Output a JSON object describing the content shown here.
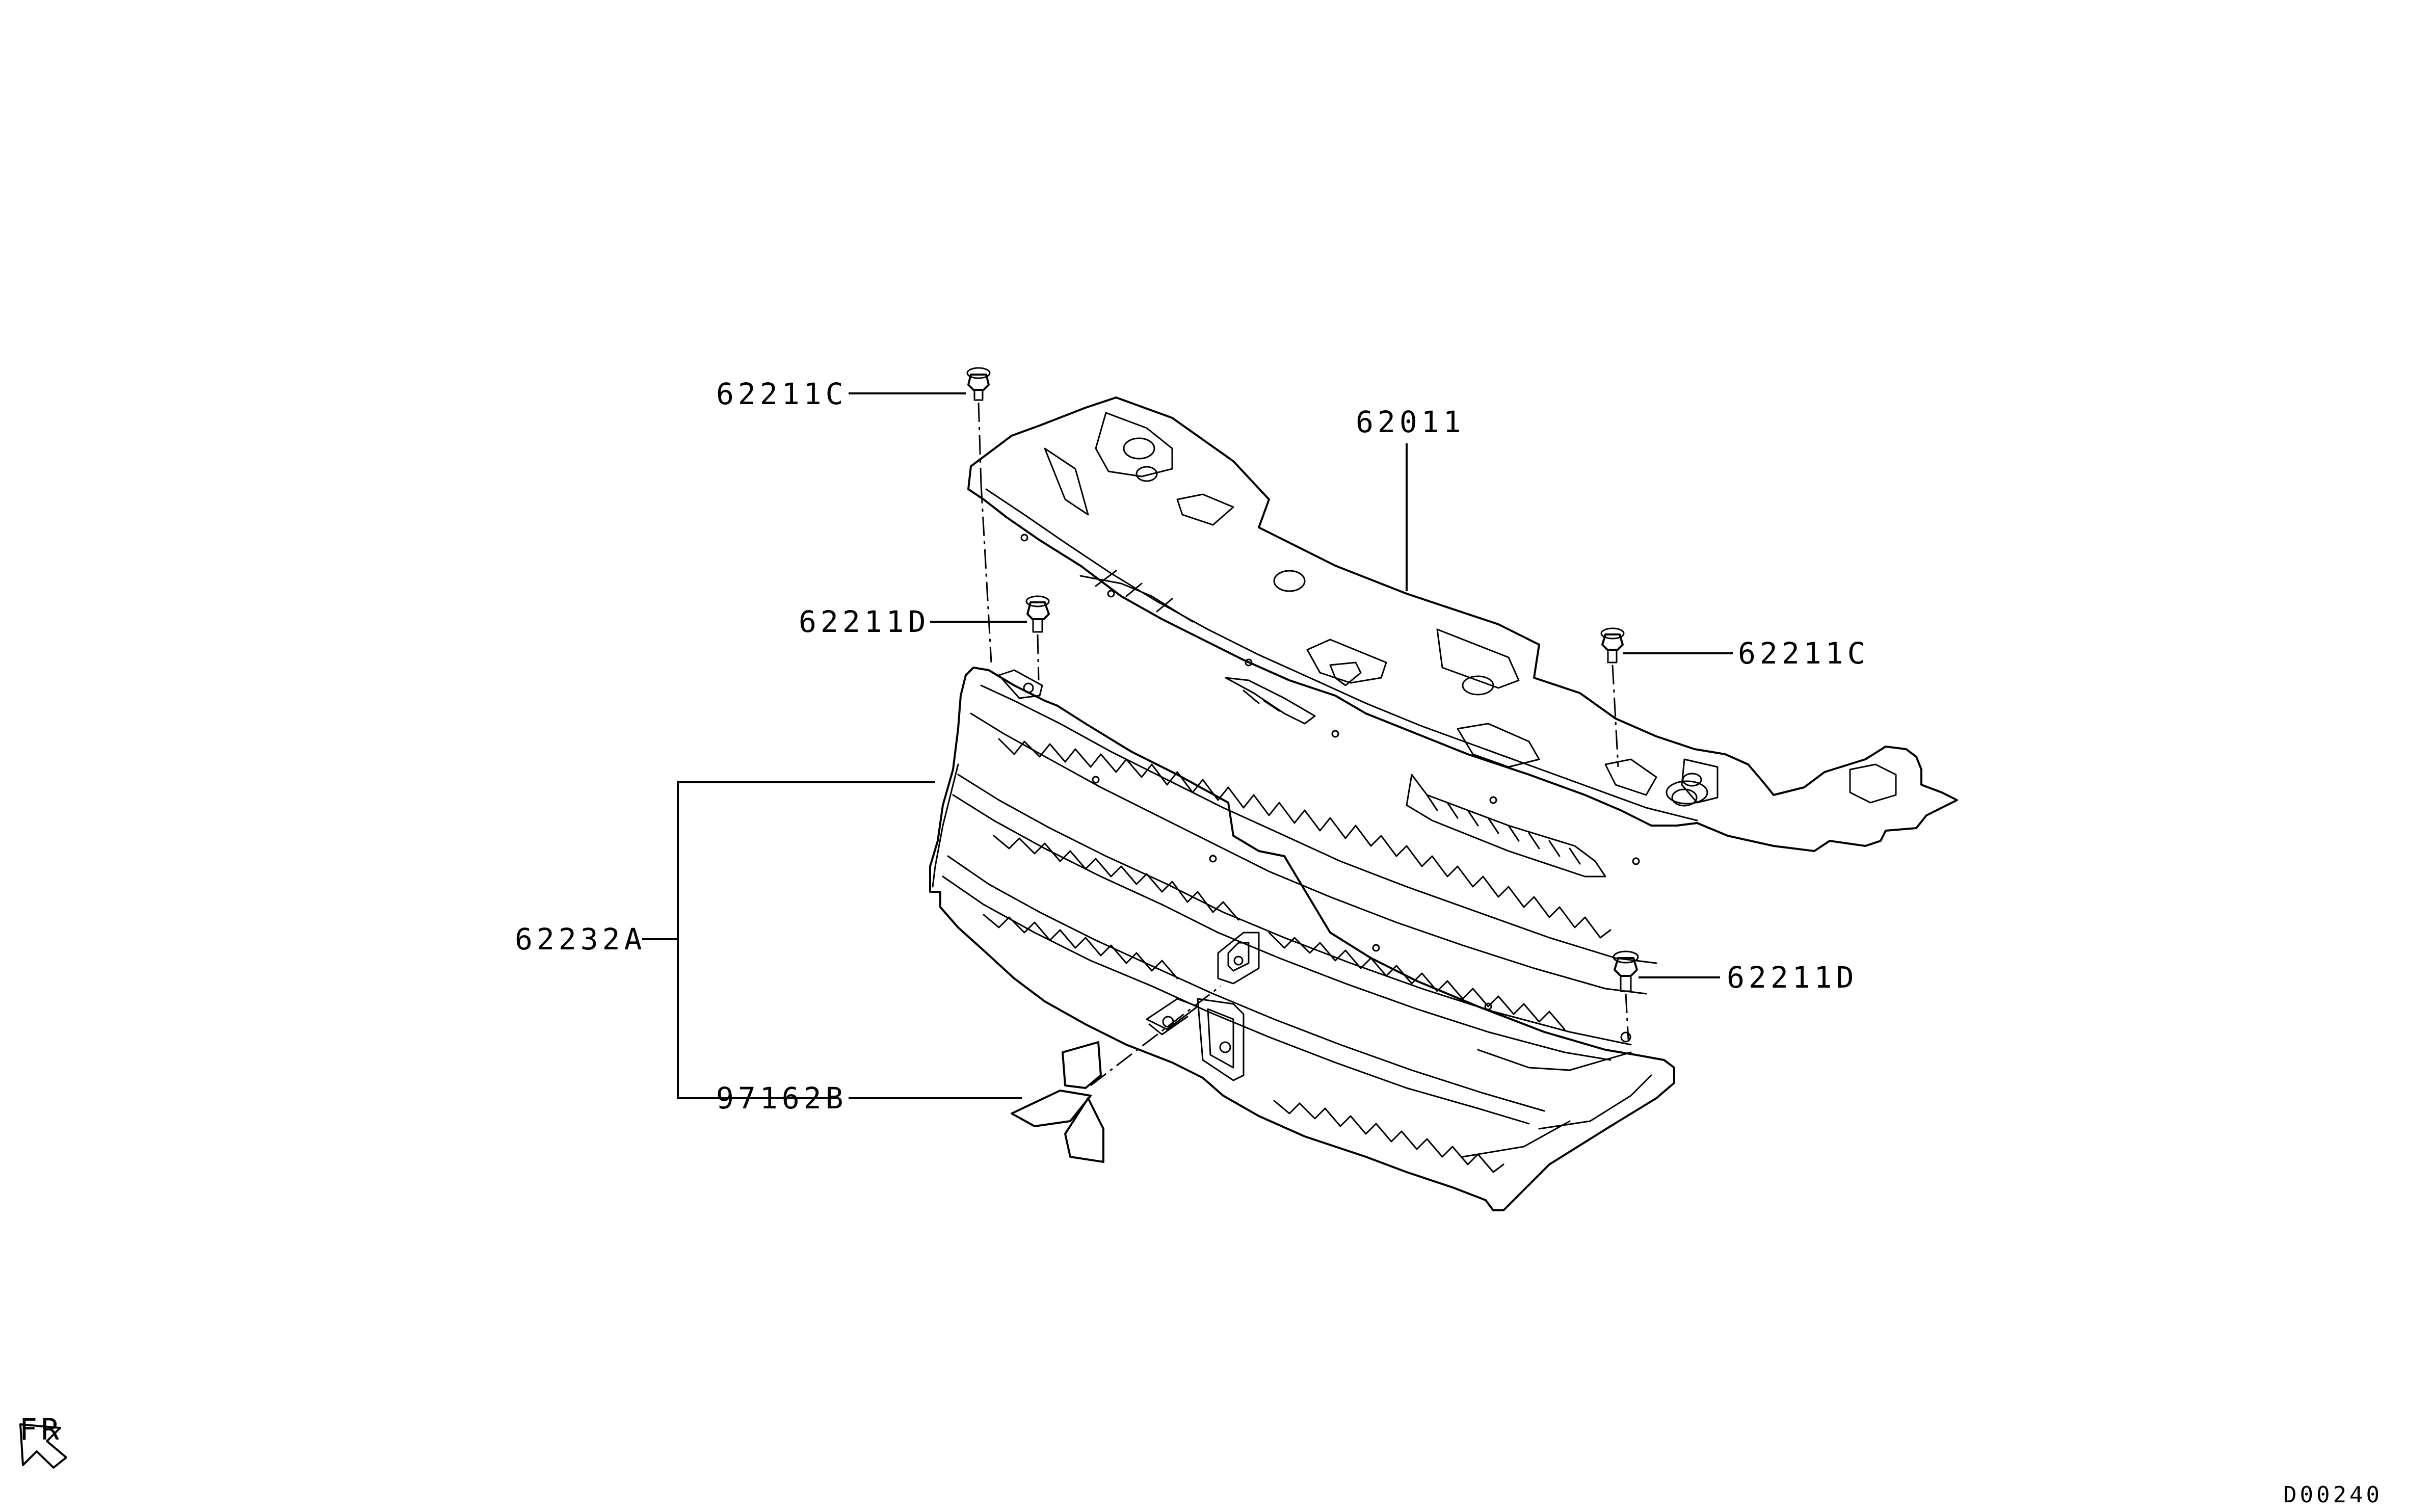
{
  "callouts": {
    "clip_top_left": "62211C",
    "clip_mid_left": "62211D",
    "clip_right_upper": "62211C",
    "clip_right_lower": "62211D",
    "cover": "62011",
    "grille_assy": "62232A",
    "emblem": "97162B"
  },
  "direction_label": "FR",
  "diagram_code": "D00240"
}
